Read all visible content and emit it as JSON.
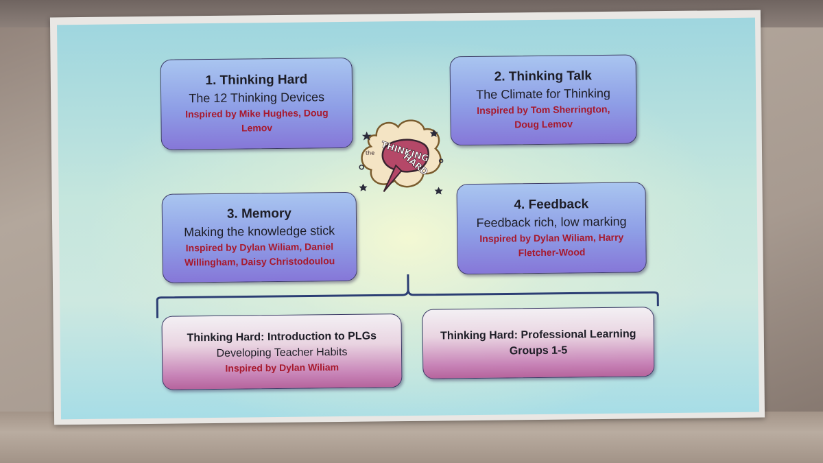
{
  "boxes": [
    {
      "title": "1. Thinking Hard",
      "subtitle": "The 12 Thinking Devices",
      "credit_line1": "Inspired by Mike Hughes, Doug",
      "credit_line2": "Lemov"
    },
    {
      "title": "2. Thinking Talk",
      "subtitle": "The Climate for Thinking",
      "credit_line1": "Inspired by Tom Sherrington,",
      "credit_line2": "Doug Lemov"
    },
    {
      "title": "3. Memory",
      "subtitle": "Making the knowledge stick",
      "credit_line1": "Inspired by Dylan Wiliam, Daniel",
      "credit_line2": "Willingham, Daisy Christodoulou"
    },
    {
      "title": "4. Feedback",
      "subtitle": "Feedback rich, low marking",
      "credit_line1": "Inspired by Dylan Wiliam, Harry",
      "credit_line2": "Fletcher-Wood"
    }
  ],
  "bottom_boxes": [
    {
      "title": "Thinking Hard: Introduction to PLGs",
      "subtitle": "Developing Teacher Habits",
      "credit": "Inspired by Dylan Wiliam"
    },
    {
      "title_line1": "Thinking Hard: Professional Learning",
      "title_line2": "Groups 1-5"
    }
  ],
  "logo": {
    "small_text": "the",
    "word1": "THINKING",
    "word2": "HARD"
  },
  "colors": {
    "credit_red": "#a7192d",
    "box_blue": "#8e9ee6",
    "box_pink": "#c885b8",
    "brace": "#2b3d73"
  }
}
